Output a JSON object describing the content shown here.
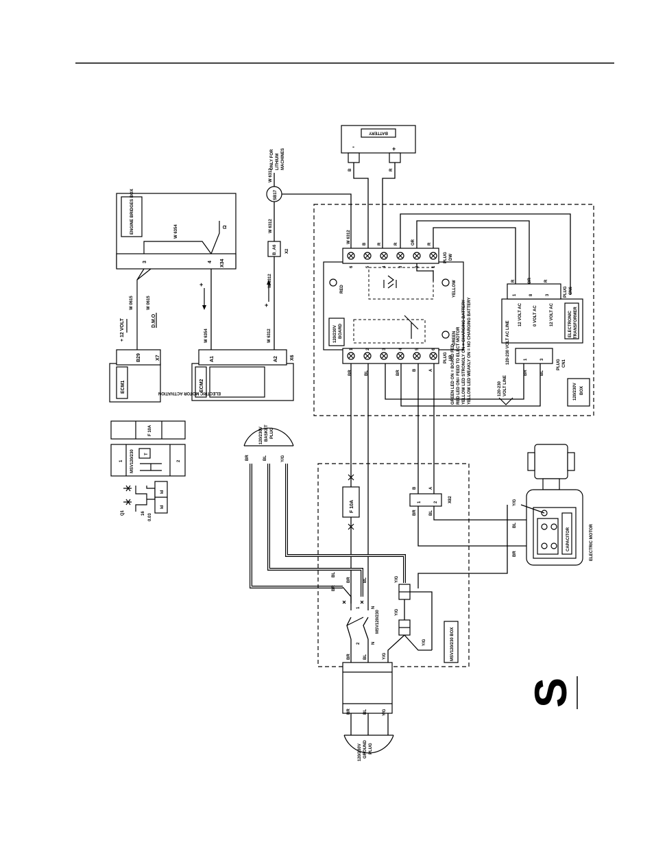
{
  "engine_box": {
    "title": "ENGINE BRIDGES BOX",
    "wire": "W 6354",
    "pin3": "3",
    "pin4": "4",
    "connector": "X34",
    "ground": "Ω"
  },
  "ecm1": {
    "label": "ECM1",
    "pin": "B29",
    "connector": "X7",
    "voltage": "+ 12 VOLT",
    "wire_a": "W 0615",
    "wire_b": "W 0615",
    "dmo": "D.M.O"
  },
  "ecm2": {
    "label": "ECM2",
    "title": "ELECTRIC MOTOR ACTIVATION",
    "pin_a1": "A1",
    "pin_a2": "A2",
    "connector": "X6",
    "wire_a1": "W 6354",
    "wire_a2": "W 6312",
    "plus": "+"
  },
  "lithium": {
    "note_l1": "ONLY FOR",
    "note_l2": "LITHIUM",
    "note_l3": "MACHINES",
    "wire_top": "W 6312",
    "splice": "SB17",
    "wire_mid": "W 6312",
    "connector_pin": "B_A6",
    "connector": "X2",
    "wire_low": "W 6312"
  },
  "battery": {
    "title": "BATTERY",
    "minus": "-",
    "plus": "+",
    "wire_b": "B",
    "wire_r": "R"
  },
  "board_box": {
    "label_l1": "120/230V",
    "label_l2": "BOX",
    "board_l1": "120/230V",
    "board_l2": "BOARD",
    "led_red": "RED",
    "led_yellow": "YELLOW",
    "led_green": "GREEN",
    "plug_dw_l1": "PLUG",
    "plug_dw_l2": "DW",
    "plug_up_l1": "PLUG",
    "plug_up_l2": "UP",
    "dw_pins": [
      "6",
      "5",
      "4",
      "3",
      "2",
      "1"
    ],
    "up_pins": [
      "1",
      "2",
      "3",
      "4",
      "5",
      "6"
    ],
    "dw_wires": [
      "W 6312",
      "B",
      "R",
      "R",
      "OR",
      "R"
    ],
    "up_wires": [
      "BR",
      "BL",
      "BR",
      "B",
      "A"
    ],
    "legend": [
      "GREEN LED ON = BOARD FED",
      "RED LED ON= FEED TO ELECT MOTOR",
      "YELLOW LED STRONGLY ON = CHARGING BATTERY",
      "YELLOW LED WEAKLY ON = NO CHARGING BATTERY"
    ],
    "volt_line_l1": "120-230",
    "volt_line_l2": "VOLT LINE"
  },
  "transformer": {
    "title_l1": "ELECTRONIC",
    "title_l2": "TRANSFORMER",
    "ac_12a": "12 VOLT AC",
    "ac_0": "0 VOLT AC",
    "ac_12b": "12 VOLT AC",
    "cn6_l1": "PLUG",
    "cn6_l2": "CN6",
    "cn6_pins": [
      "1",
      "8",
      "3"
    ],
    "cn6_wires": [
      "R",
      "OR",
      "R"
    ],
    "line": "120-230 VOLT AC LINE",
    "cn1_l1": "PLUG",
    "cn1_l2": "CN1",
    "cn1_pins": [
      "1",
      "3"
    ],
    "cn1_wires": [
      "BR",
      "BL"
    ]
  },
  "legend_symbols": {
    "fuse": "F 10A",
    "msv": "MSV120/230",
    "msv_t": "T",
    "pin1": "1",
    "pin2": "2",
    "q1": "Q1",
    "id": "Id",
    "rating_16": "16",
    "rating_003": "0.03"
  },
  "basket_plug": {
    "l1": "120/230V",
    "l2": "BASKET",
    "l3": "PLUG",
    "wires": [
      "BR",
      "BL",
      "Y/G"
    ]
  },
  "msv_box": {
    "title": "MSV120/230 BOX",
    "fuse": "F 10A",
    "switch": "MSV120/230",
    "wires": [
      "BR",
      "BL",
      "Y/G",
      "BR",
      "BL",
      "Y/G",
      "Y/G",
      "Y/G"
    ],
    "n1": "1",
    "n2": "N",
    "n3": "2",
    "n4": "N"
  },
  "x82": {
    "connector": "X82",
    "pin1": "1",
    "pin2": "2",
    "wire_br": "BR",
    "wire_bl": "BL",
    "wire_b": "B",
    "wire_a": "A"
  },
  "motor": {
    "title": "ELECTRIC MOTOR",
    "capacitor": "CAPACITOR",
    "wire_yg": "Y/G",
    "wire_bl": "BL",
    "wire_br": "BR"
  },
  "ground_plug": {
    "l1": "120/230V",
    "l2": "GROUND",
    "l3": "PLUG",
    "wires": [
      "BR",
      "BL",
      "Y/G"
    ]
  },
  "section_letter": "S"
}
